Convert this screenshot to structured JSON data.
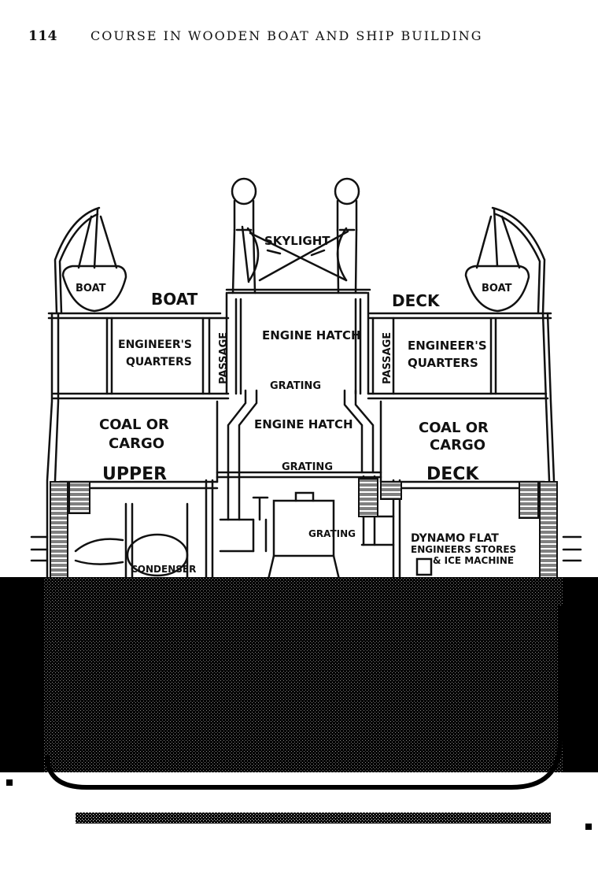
{
  "page": {
    "number": "114",
    "running_title": "COURSE IN WOODEN BOAT AND SHIP BUILDING"
  },
  "figure": {
    "labels": {
      "skylight": "SKYLIGHT",
      "boat_left": "BOAT",
      "boat_right": "BOAT",
      "boat_deck_word1": "BOAT",
      "boat_deck_word2": "DECK",
      "eng_quarters_left_1": "ENGINEER'S",
      "eng_quarters_left_2": "QUARTERS",
      "eng_quarters_right_1": "ENGINEER'S",
      "eng_quarters_right_2": "QUARTERS",
      "passage_left": "PASSAGE",
      "passage_right": "PASSAGE",
      "engine_hatch_upper": "ENGINE HATCH",
      "engine_hatch_lower": "ENGINE HATCH",
      "grating_1": "GRATING",
      "grating_2": "GRATING",
      "grating_3": "GRATING",
      "coal_left_1": "COAL OR",
      "coal_left_2": "CARGO",
      "coal_right_1": "COAL OR",
      "coal_right_2": "CARGO",
      "upper_deck_word1": "UPPER",
      "upper_deck_word2": "DECK",
      "condenser": "CONDENSER",
      "dynamo_1": "DYNAMO FLAT",
      "dynamo_2": "ENGINEERS STORES",
      "dynamo_3": "& ICE MACHINE"
    }
  }
}
